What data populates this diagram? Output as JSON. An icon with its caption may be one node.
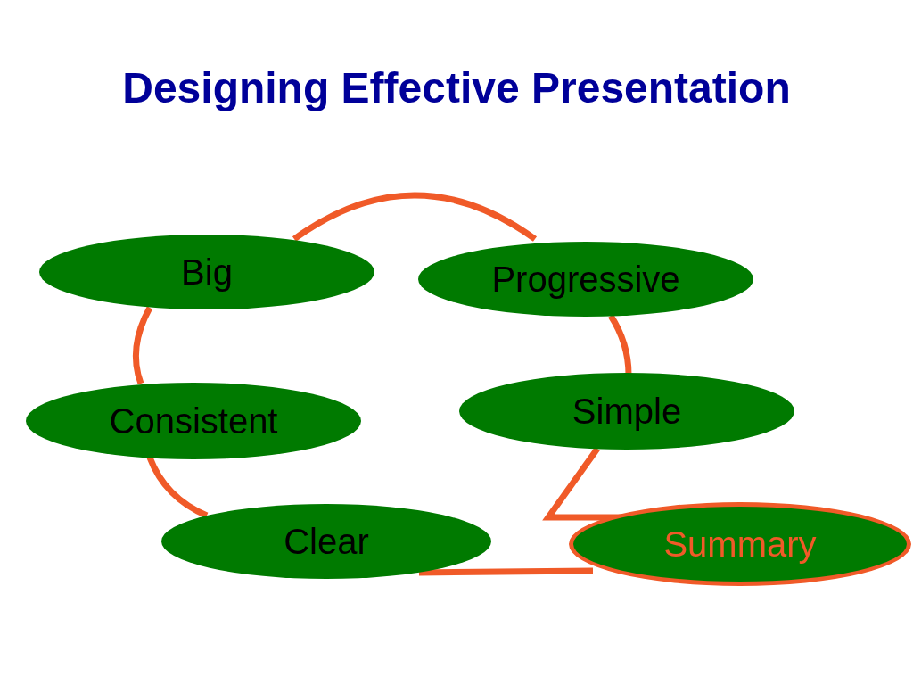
{
  "diagram": {
    "title": "Designing Effective Presentation",
    "nodes": [
      {
        "text": [
          "Big"
        ]
      },
      {
        "text": [
          "Progressive"
        ]
      },
      {
        "text": [
          "Consistent"
        ]
      },
      {
        "text": [
          "Simple"
        ]
      },
      {
        "text": [
          "Clear"
        ]
      },
      {
        "text": [
          "Summary"
        ]
      }
    ],
    "edges": [
      {
        "from": 0,
        "to": 1,
        "arrow": "none"
      },
      {
        "from": 1,
        "to": 3,
        "arrow": "none"
      },
      {
        "from": 3,
        "to": 5,
        "arrow": "none"
      },
      {
        "from": 5,
        "to": 4,
        "arrow": "none"
      },
      {
        "from": 4,
        "to": 2,
        "arrow": "none"
      },
      {
        "from": 2,
        "to": 0,
        "arrow": "none"
      }
    ]
  }
}
